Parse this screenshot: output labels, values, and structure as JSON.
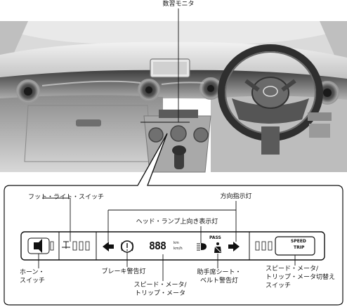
{
  "labels": {
    "top_callout": "数習モニタ",
    "foot_light_switch": "フット・ライト・スイッチ",
    "turn_signal": "方向指示灯",
    "high_beam": "ヘッド・ランプ上向き表示灯",
    "horn_switch_line1": "ホーン・",
    "horn_switch_line2": "スイッチ",
    "brake_warning": "ブレーキ警告灯",
    "speedometer_line1": "スピード・メータ/",
    "speedometer_line2": "トリップ・メータ",
    "seatbelt_line1": "助手席シート・",
    "seatbelt_line2": "ベルト警告灯",
    "speed_trip_switch_line1": "スピード・メータ/",
    "speed_trip_switch_line2": "トリップ・メータ切替え",
    "speed_trip_switch_line3": "スイッチ"
  },
  "panel": {
    "digits": "888",
    "unit_km": "km",
    "unit_kmh": "km/h",
    "pass_text": "PASS",
    "speed_btn_line1": "SPEED",
    "speed_btn_line2": "TRIP"
  },
  "colors": {
    "dash_dark": "#4a4a4a",
    "dash_mid": "#8a8a8a",
    "dash_light": "#cfcfcf",
    "panel_fill": "#ffffff",
    "line": "#111111"
  }
}
